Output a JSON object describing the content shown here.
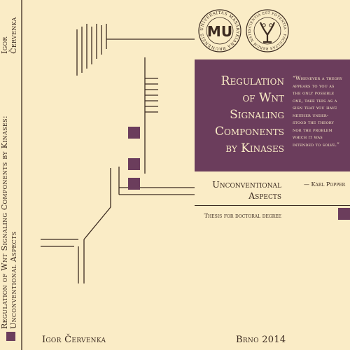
{
  "spine": {
    "author": "Igor Červenka",
    "title": "Regulation of Wnt Signaling Components by Kinases: Unconventional Aspects"
  },
  "cover": {
    "title": "Regulation of Wnt Signaling Components by Kinases",
    "title_lines": [
      "Regulation",
      "of Wnt",
      "Signaling",
      "Components",
      "by Kinases"
    ],
    "subtitle_lines": [
      "Unconventional",
      "Aspects"
    ],
    "degree": "Thesis for doctoral degree",
    "quote_lines": [
      "“Whenever a theory",
      "appears to you as",
      "the only possible",
      "one, take this as a",
      "sign that you have",
      "neither under-",
      "stood the theory",
      "nor the problem",
      "which it was",
      "intended to solve.”"
    ],
    "quote_attribution": "— Karl Popper",
    "author": "Igor Červenka",
    "place_year": "Brno 2014"
  },
  "seals": {
    "left": {
      "ring_text": "UNIVERSITAS MASARYKIANA BRUNENSIS",
      "monogram": "MU"
    },
    "right": {
      "ring_text": "SCIENTIA EST POTENTIA · FACULTAS RERUM NATURALIUM"
    }
  },
  "colors": {
    "background": "#faecc6",
    "accent": "#6b3d5c",
    "ink": "#3b2a20",
    "title_text": "#faecc6"
  }
}
